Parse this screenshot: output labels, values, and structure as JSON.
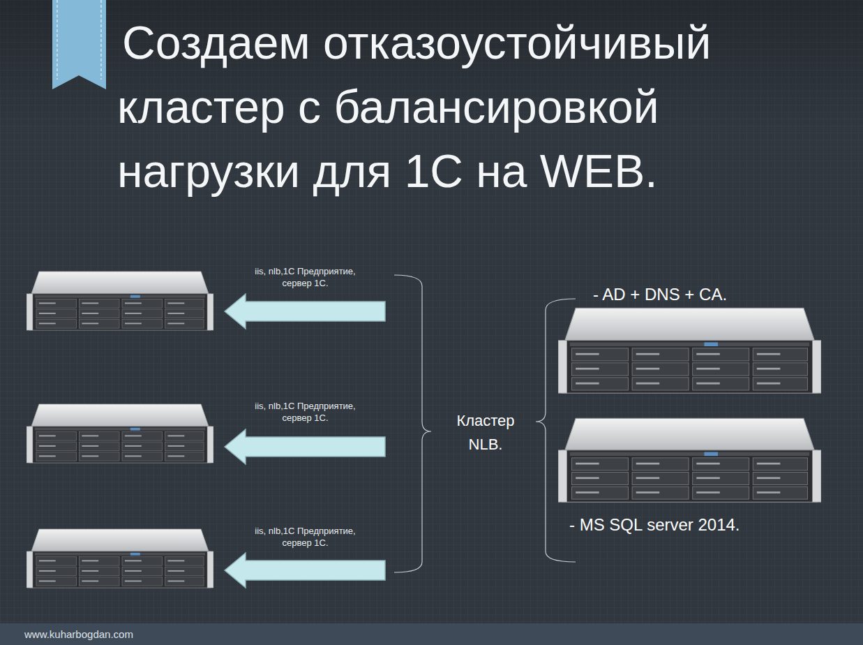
{
  "diagram": {
    "title": "Создаем отказоустойчивый кластер с балансировкой нагрузки для 1С на WEB.",
    "labels": [
      "iis, nlb,1С Предприятие, сервер 1С.",
      "iis, nlb,1С Предприятие, сервер 1С.",
      "iis, nlb,1С Предприятие, сервер 1С.",
      "Кластер NLB.",
      "- AD + DNS + CA.",
      "- MS SQL server 2014.",
      "www.kuharbogdan.com"
    ]
  }
}
